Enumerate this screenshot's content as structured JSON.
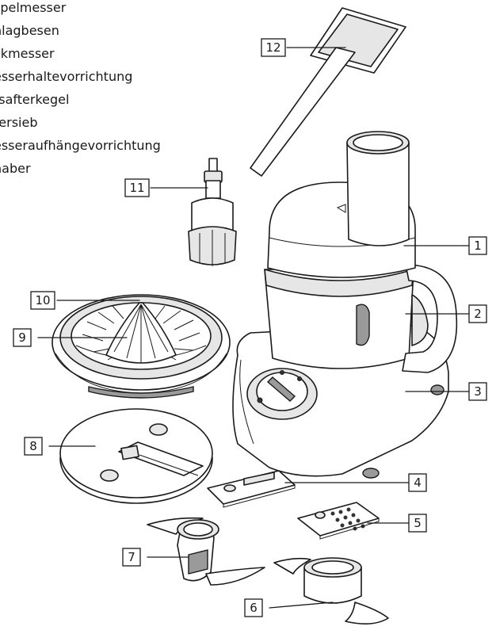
{
  "legend": {
    "lines": [
      "spelmesser",
      "hlagbesen",
      "ckmesser",
      "esserhaltevorrichtung",
      "tsafterkegel",
      "tersieb",
      "esseraufhängevorrichtung",
      "haber"
    ]
  },
  "callouts": [
    "1",
    "2",
    "3",
    "4",
    "5",
    "6",
    "7",
    "8",
    "9",
    "10",
    "11",
    "12"
  ]
}
